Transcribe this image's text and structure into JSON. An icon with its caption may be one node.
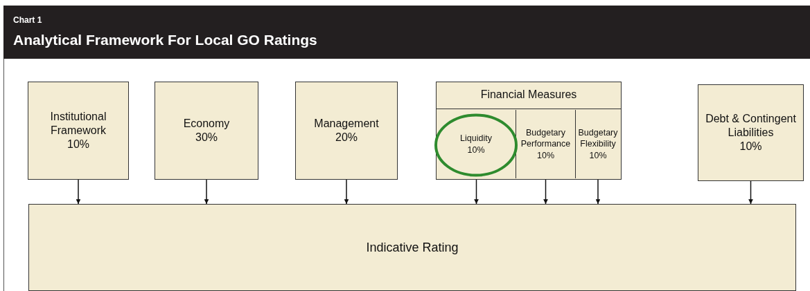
{
  "diagram": {
    "title": "Analytical Framework For Local GO Ratings",
    "nodes": [
      {
        "text": [
          "Institutional Framework",
          "10%"
        ]
      },
      {
        "text": [
          "Economy",
          "30%"
        ]
      },
      {
        "text": [
          "Management",
          "20%"
        ]
      },
      {
        "text": [
          "Financial Measures"
        ]
      },
      {
        "text": [
          "Liquidity",
          "10%"
        ],
        "in": 3
      },
      {
        "text": [
          "Budgetary Performance",
          "10%"
        ],
        "in": 3
      },
      {
        "text": [
          "Budgetary Flexibility",
          "10%"
        ],
        "in": 3
      },
      {
        "text": [
          "Debt & Contingent Liabilities",
          "10%"
        ]
      },
      {
        "text": [
          "Indicative Rating"
        ]
      }
    ],
    "edges": [
      {
        "from": 0,
        "to": 8,
        "arrow": "to"
      },
      {
        "from": 1,
        "to": 8,
        "arrow": "to"
      },
      {
        "from": 2,
        "to": 8,
        "arrow": "to"
      },
      {
        "from": 4,
        "to": 8,
        "arrow": "to"
      },
      {
        "from": 5,
        "to": 8,
        "arrow": "to"
      },
      {
        "from": 6,
        "to": 8,
        "arrow": "to"
      },
      {
        "from": 7,
        "to": 8,
        "arrow": "to"
      }
    ],
    "labels": [
      "Chart 1"
    ]
  }
}
